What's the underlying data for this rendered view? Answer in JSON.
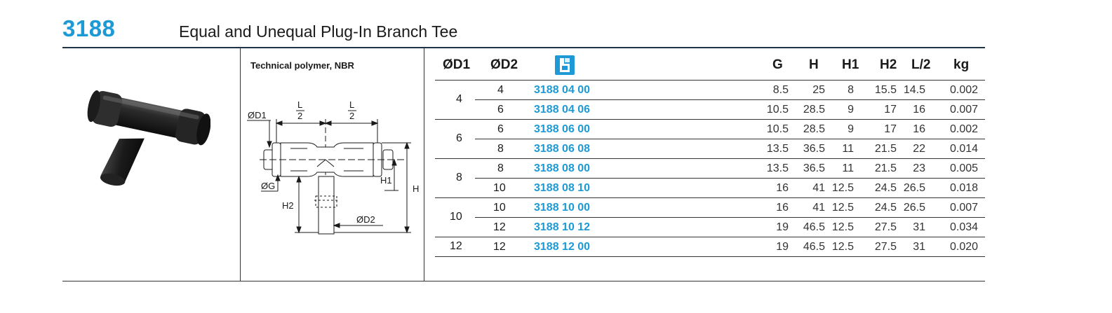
{
  "header": {
    "code": "3188",
    "title": "Equal and Unequal Plug-In Branch Tee"
  },
  "material": "Technical polymer, NBR",
  "drawing_labels": {
    "od1": "ØD1",
    "l_half_num": "L",
    "l_half_den": "2",
    "og": "ØG",
    "h": "H",
    "h1": "H1",
    "h2": "H2",
    "od2": "ØD2"
  },
  "table": {
    "columns": {
      "d1": "ØD1",
      "d2": "ØD2",
      "g": "G",
      "h": "H",
      "h1": "H1",
      "h2": "H2",
      "l2": "L/2",
      "kg": "kg"
    },
    "groups": [
      {
        "d1": "4",
        "rows": [
          {
            "d2": "4",
            "art": "3188 04 00",
            "g": "8.5",
            "h": "25",
            "h1": "8",
            "h2": "15.5",
            "l2": "14.5",
            "kg": "0.002"
          },
          {
            "d2": "6",
            "art": "3188 04 06",
            "g": "10.5",
            "h": "28.5",
            "h1": "9",
            "h2": "17",
            "l2": "16",
            "kg": "0.007"
          }
        ]
      },
      {
        "d1": "6",
        "rows": [
          {
            "d2": "6",
            "art": "3188 06 00",
            "g": "10.5",
            "h": "28.5",
            "h1": "9",
            "h2": "17",
            "l2": "16",
            "kg": "0.002"
          },
          {
            "d2": "8",
            "art": "3188 06 08",
            "g": "13.5",
            "h": "36.5",
            "h1": "11",
            "h2": "21.5",
            "l2": "22",
            "kg": "0.014"
          }
        ]
      },
      {
        "d1": "8",
        "rows": [
          {
            "d2": "8",
            "art": "3188 08 00",
            "g": "13.5",
            "h": "36.5",
            "h1": "11",
            "h2": "21.5",
            "l2": "23",
            "kg": "0.005"
          },
          {
            "d2": "10",
            "art": "3188 08 10",
            "g": "16",
            "h": "41",
            "h1": "12.5",
            "h2": "24.5",
            "l2": "26.5",
            "kg": "0.018"
          }
        ]
      },
      {
        "d1": "10",
        "rows": [
          {
            "d2": "10",
            "art": "3188 10 00",
            "g": "16",
            "h": "41",
            "h1": "12.5",
            "h2": "24.5",
            "l2": "26.5",
            "kg": "0.007"
          },
          {
            "d2": "12",
            "art": "3188 10 12",
            "g": "19",
            "h": "46.5",
            "h1": "12.5",
            "h2": "27.5",
            "l2": "31",
            "kg": "0.034"
          }
        ]
      },
      {
        "d1": "12",
        "rows": [
          {
            "d2": "12",
            "art": "3188 12 00",
            "g": "19",
            "h": "46.5",
            "h1": "12.5",
            "h2": "27.5",
            "l2": "31",
            "kg": "0.020"
          }
        ]
      }
    ]
  },
  "colors": {
    "accent": "#1d9ad6",
    "rule": "#1f3447"
  },
  "icons": [
    "product-photo",
    "technical-drawing",
    "brand-icon"
  ]
}
